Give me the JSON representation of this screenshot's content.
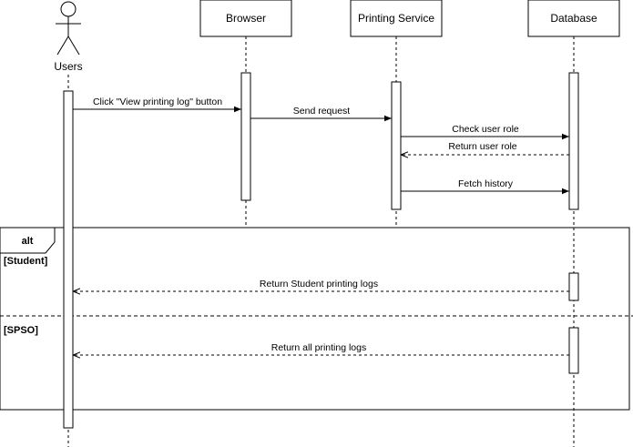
{
  "participants": {
    "users": "Users",
    "browser": "Browser",
    "printing_service": "Printing Service",
    "database": "Database"
  },
  "messages": {
    "m1": "Click \"View printing log\" button",
    "m2": "Send request",
    "m3": "Check user role",
    "m4": "Return user role",
    "m5": "Fetch history",
    "m6": "Return Student printing logs",
    "m7": "Return all printing logs"
  },
  "fragment": {
    "operator": "alt",
    "guard_1": "[Student]",
    "guard_2": "[SPSO]"
  }
}
